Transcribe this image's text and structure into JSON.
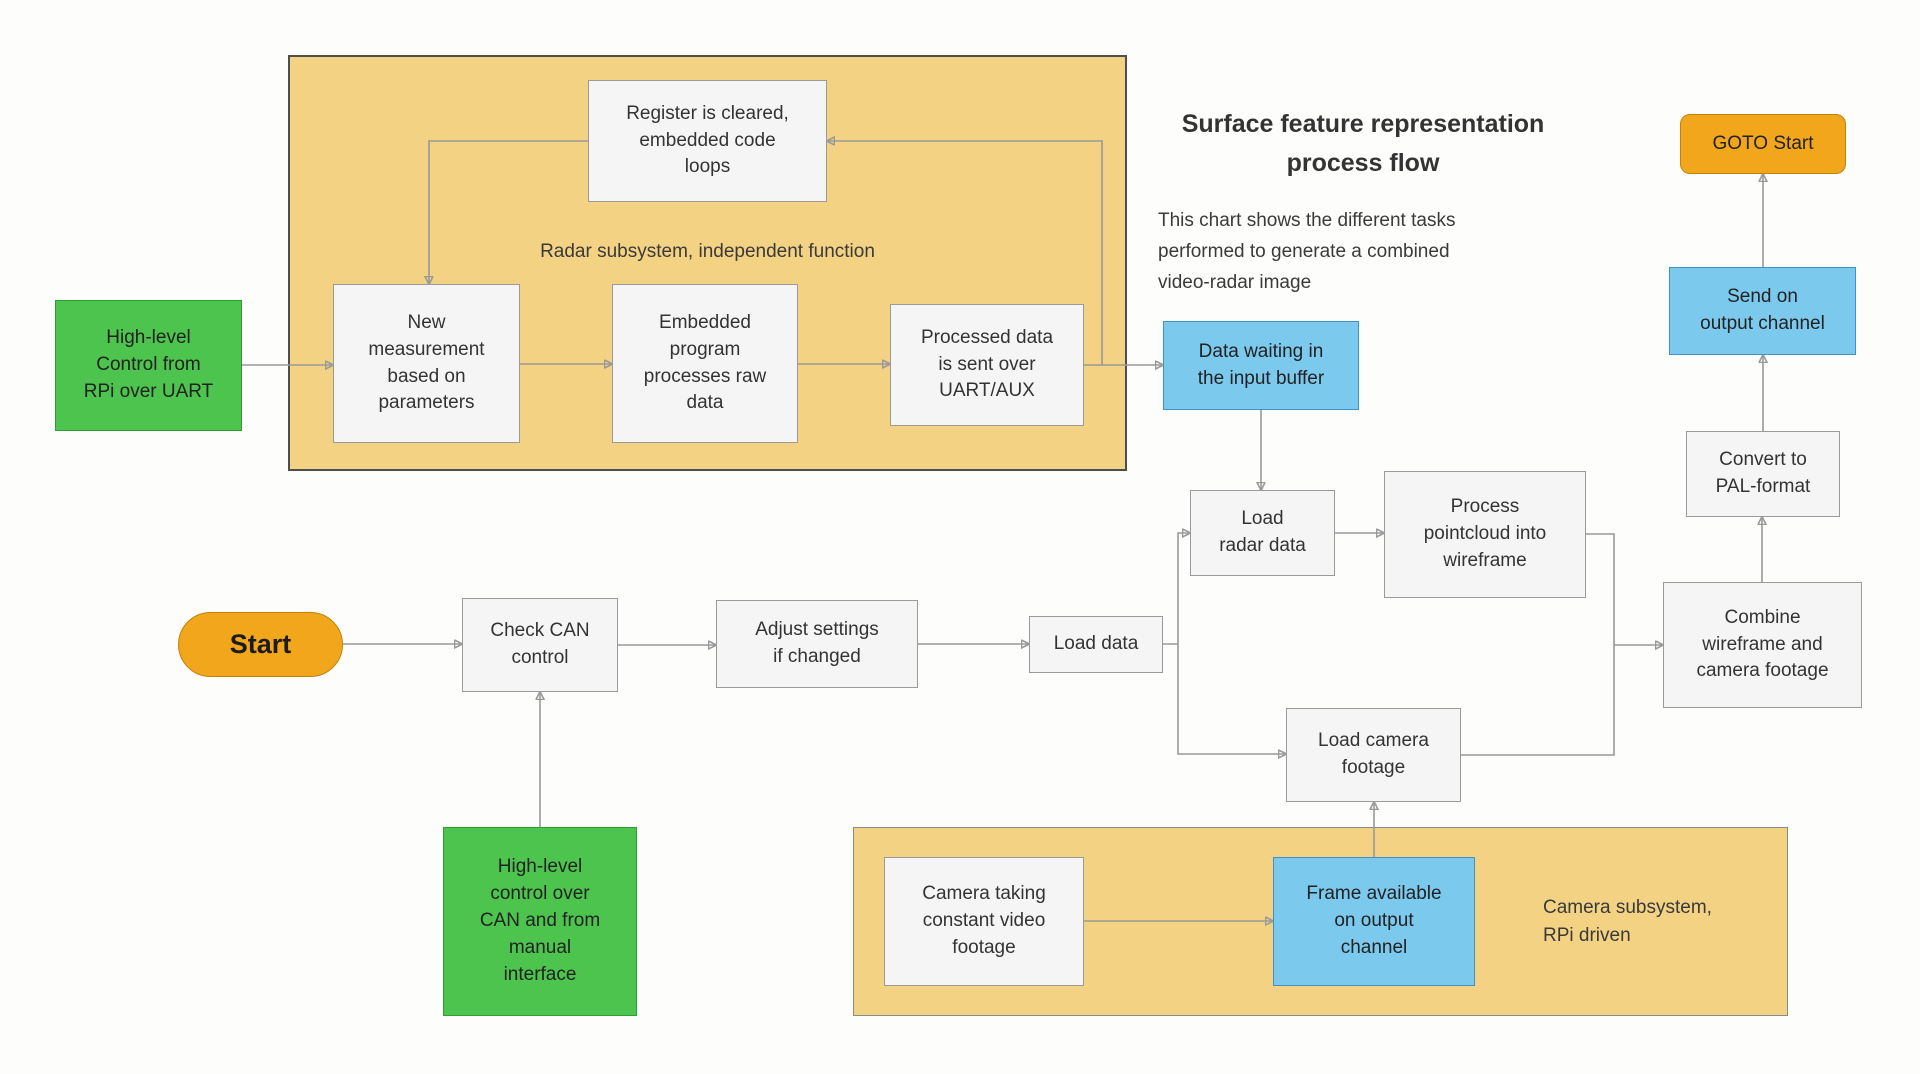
{
  "title": "Surface feature representation\nprocess flow",
  "description": "This chart shows the different tasks\nperformed to generate a combined\nvideo-radar image",
  "containers": {
    "radar": {
      "label": "Radar subsystem, independent function"
    },
    "camera": {
      "label": "Camera subsystem,\nRPi driven"
    }
  },
  "nodes": {
    "rpi_uart": {
      "label": "High-level\nControl from\nRPi over UART"
    },
    "register_cleared": {
      "label": "Register is cleared,\nembedded code\nloops"
    },
    "new_measurement": {
      "label": "New\nmeasurement\nbased on\nparameters"
    },
    "embedded_program": {
      "label": "Embedded\nprogram\nprocesses raw\ndata"
    },
    "processed_data": {
      "label": "Processed data\nis sent over\nUART/AUX"
    },
    "data_waiting": {
      "label": "Data waiting in\nthe input buffer"
    },
    "goto_start": {
      "label": "GOTO Start"
    },
    "send_output": {
      "label": "Send on\noutput channel"
    },
    "convert_pal": {
      "label": "Convert to\nPAL-format"
    },
    "combine": {
      "label": "Combine\nwireframe and\ncamera footage"
    },
    "process_pointcloud": {
      "label": "Process\npointcloud into\nwireframe"
    },
    "load_radar": {
      "label": "Load\nradar data"
    },
    "load_data": {
      "label": "Load data"
    },
    "adjust_settings": {
      "label": "Adjust settings\nif changed"
    },
    "check_can": {
      "label": "Check CAN\ncontrol"
    },
    "start": {
      "label": "Start"
    },
    "manual_control": {
      "label": "High-level\ncontrol over\nCAN and from\nmanual\ninterface"
    },
    "load_camera": {
      "label": "Load camera\nfootage"
    },
    "camera_taking": {
      "label": "Camera taking\nconstant video\nfootage"
    },
    "frame_available": {
      "label": "Frame available\non output\nchannel"
    }
  },
  "colors": {
    "container_fill": "#f3d284",
    "green_fill": "#4dc44d",
    "blue_fill": "#7cc9ee",
    "orange_fill": "#f2a61c",
    "gray_fill": "#f5f5f5",
    "arrow": "#999999"
  }
}
